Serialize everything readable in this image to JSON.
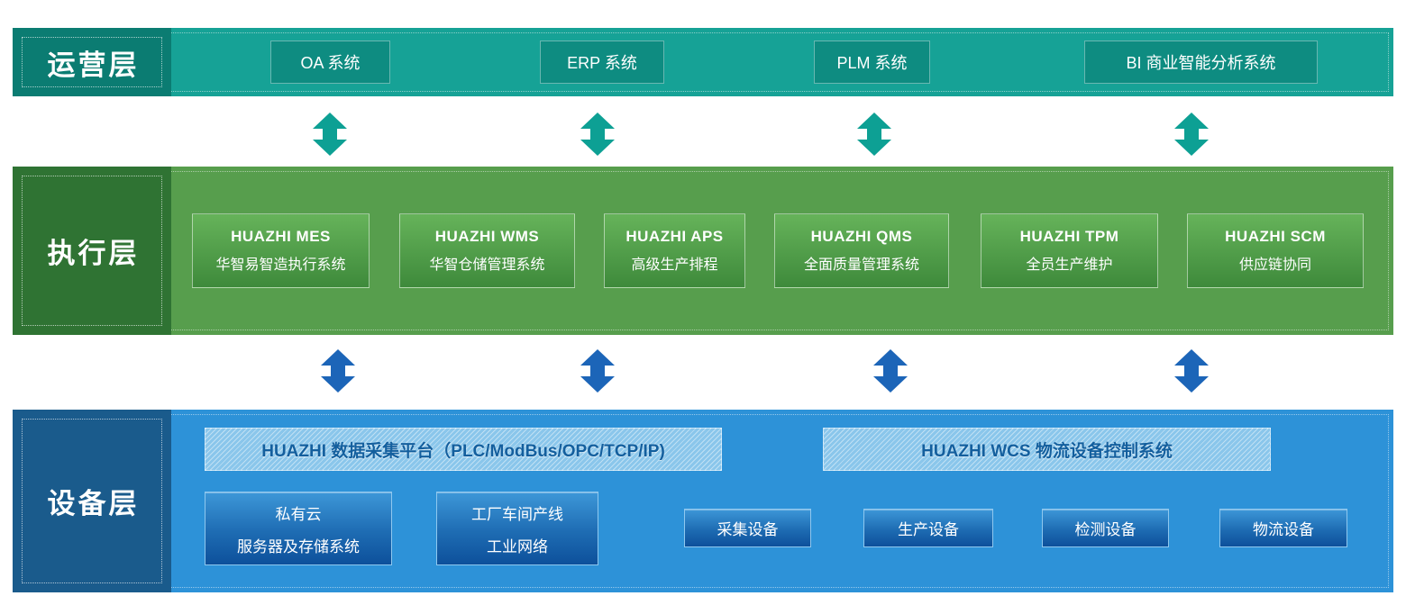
{
  "colors": {
    "operations_bar": "#16A296",
    "operations_label_bg": "#0B7C72",
    "operations_box_bg": "#0E8C81",
    "teal_arrow": "#0DA094",
    "execution_bar": "#579E4D",
    "execution_label_bg": "#2F7333",
    "execution_box_top": "#66B35A",
    "execution_box_bottom": "#3E8A3B",
    "blue_arrow": "#1C65B8",
    "device_bar": "#2D92D8",
    "device_label_bg": "#1A5B8C",
    "banner_bg": "#8AC6EB",
    "banner_text": "#135F9E",
    "device_box_top": "#3D97D8",
    "device_box_bottom": "#0D509B"
  },
  "layers": {
    "operations": {
      "label": "运营层",
      "systems": [
        {
          "label": "OA 系统"
        },
        {
          "label": "ERP 系统"
        },
        {
          "label": "PLM 系统"
        },
        {
          "label": "BI 商业智能分析系统"
        }
      ]
    },
    "execution": {
      "label": "执行层",
      "systems": [
        {
          "title": "HUAZHI MES",
          "subtitle": "华智易智造执行系统"
        },
        {
          "title": "HUAZHI WMS",
          "subtitle": "华智仓储管理系统"
        },
        {
          "title": "HUAZHI APS",
          "subtitle": "高级生产排程"
        },
        {
          "title": "HUAZHI QMS",
          "subtitle": "全面质量管理系统"
        },
        {
          "title": "HUAZHI TPM",
          "subtitle": "全员生产维护"
        },
        {
          "title": "HUAZHI SCM",
          "subtitle": "供应链协同"
        }
      ]
    },
    "device": {
      "label": "设备层",
      "platforms": [
        {
          "label": "HUAZHI 数据采集平台（PLC/ModBus/OPC/TCP/IP)"
        },
        {
          "label": "HUAZHI WCS 物流设备控制系统"
        }
      ],
      "infrastructure": [
        {
          "line1": "私有云",
          "line2": "服务器及存储系统"
        },
        {
          "line1": "工厂车间产线",
          "line2": "工业网络"
        }
      ],
      "devices": [
        {
          "label": "采集设备"
        },
        {
          "label": "生产设备"
        },
        {
          "label": "检测设备"
        },
        {
          "label": "物流设备"
        }
      ]
    }
  }
}
